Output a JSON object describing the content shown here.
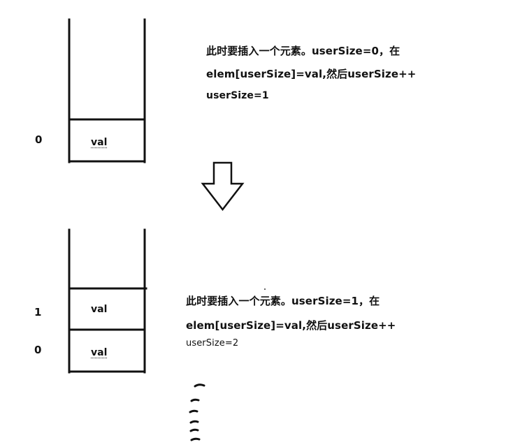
{
  "stack1": {
    "index_0": "0",
    "cell_0": "val"
  },
  "note1": {
    "line1": "此时要插入一个元素。userSize=0，在",
    "line2": "elem[userSize]=val,然后userSize++",
    "line3": "userSize=1"
  },
  "stack2": {
    "index_1": "1",
    "cell_1": "val",
    "index_0": "0",
    "cell_0": "val"
  },
  "note2": {
    "line1": "此时要插入一个元素。userSize=1，在",
    "line2": "elem[userSize]=val,然后userSize++",
    "line3": "userSize=2"
  },
  "colors": {
    "stroke": "#111111",
    "background": "#ffffff"
  }
}
